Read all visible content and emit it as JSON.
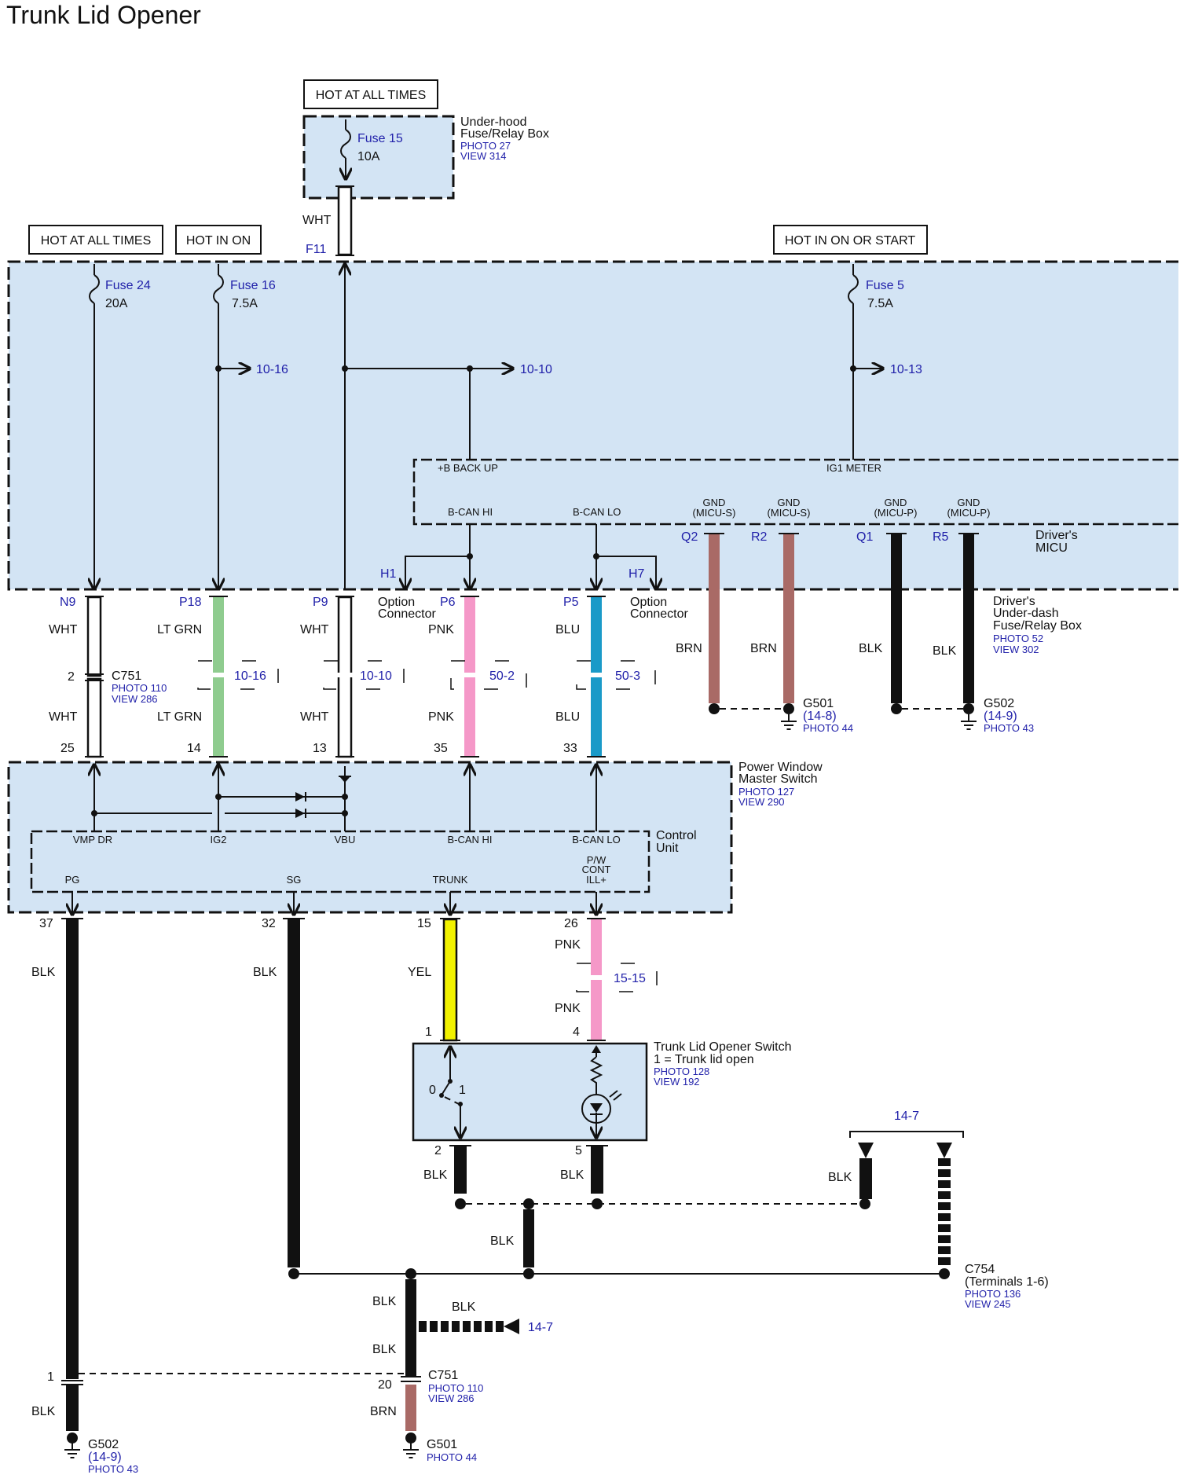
{
  "title": "Trunk Lid Opener",
  "hot": {
    "top": "HOT AT ALL TIMES",
    "left": "HOT AT ALL TIMES",
    "on": "HOT IN ON",
    "start": "HOT IN ON OR START"
  },
  "underhood": {
    "fuse_name": "Fuse 15",
    "fuse_rating": "10A",
    "name1": "Under-hood",
    "name2": "Fuse/Relay Box",
    "photo": "PHOTO 27",
    "view": "VIEW 314",
    "wire_color": "WHT",
    "terminal": "F11"
  },
  "micu": {
    "fuse24": {
      "name": "Fuse 24",
      "rating": "20A"
    },
    "fuse16": {
      "name": "Fuse 16",
      "rating": "7.5A"
    },
    "fuse5": {
      "name": "Fuse 5",
      "rating": "7.5A"
    },
    "ref_1016": "10-16",
    "ref_1010": "10-10",
    "ref_1013": "10-13",
    "bbackup": "+B BACK UP",
    "ig1meter": "IG1 METER",
    "bcanhi": "B-CAN HI",
    "bcanlo": "B-CAN LO",
    "gnd": "GND",
    "micu_s": "(MICU-S)",
    "micu_p": "(MICU-P)",
    "q2": "Q2",
    "r2": "R2",
    "q1": "Q1",
    "r5": "R5",
    "name1": "Driver's",
    "name2": "MICU",
    "h1": "H1",
    "h7": "H7",
    "option1": "Option",
    "option2": "Connector"
  },
  "dash_box": {
    "name1": "Driver's",
    "name2": "Under-dash",
    "name3": "Fuse/Relay Box",
    "photo": "PHOTO 52",
    "view": "VIEW 302"
  },
  "mid_wires": {
    "n9": "N9",
    "p18": "P18",
    "p9": "P9",
    "p6": "P6",
    "p5": "P5",
    "wht": "WHT",
    "ltgrn": "LT GRN",
    "pnk": "PNK",
    "blu": "BLU",
    "brn": "BRN",
    "blk": "BLK",
    "c751_pin2": "2",
    "c751": "C751",
    "c751_photo": "PHOTO 110",
    "c751_view": "VIEW 286",
    "ref_1016": "10-16",
    "ref_1010": "10-10",
    "ref_502": "50-2",
    "ref_503": "50-3",
    "pin25": "25",
    "pin14": "14",
    "pin13": "13",
    "pin35": "35",
    "pin33": "33"
  },
  "g501_top": {
    "name": "G501",
    "ref": "(14-8)",
    "photo": "PHOTO 44"
  },
  "g502_top": {
    "name": "G502",
    "ref": "(14-9)",
    "photo": "PHOTO 43"
  },
  "pws": {
    "name1": "Power Window",
    "name2": "Master Switch",
    "photo": "PHOTO 127",
    "view": "VIEW 290",
    "cu1": "Control",
    "cu2": "Unit",
    "vmpdr": "VMP DR",
    "ig2": "IG2",
    "vbu": "VBU",
    "bcanhi": "B-CAN HI",
    "bcanlo": "B-CAN LO",
    "pg": "PG",
    "sg": "SG",
    "trunk": "TRUNK",
    "pw1": "P/W",
    "pw2": "CONT",
    "pw3": "ILL+"
  },
  "lower": {
    "pin37": "37",
    "pin32": "32",
    "pin15": "15",
    "pin26": "26",
    "blk": "BLK",
    "yel": "YEL",
    "pnk": "PNK",
    "brn": "BRN",
    "ref_1515": "15-15",
    "pin1": "1",
    "pin4": "4",
    "pin2": "2",
    "pin5": "5",
    "sw0": "0",
    "sw1": "1",
    "ref_147": "14-7",
    "ref_147b": "14-7"
  },
  "trunk_switch": {
    "name": "Trunk Lid Opener Switch",
    "desc": "1 = Trunk lid open",
    "photo": "PHOTO 128",
    "view": "VIEW 192"
  },
  "c754": {
    "name": "C754",
    "terms": "(Terminals 1-6)",
    "photo": "PHOTO 136",
    "view": "VIEW 245"
  },
  "c751_bottom": {
    "pin1": "1",
    "pin20": "20",
    "name": "C751",
    "photo": "PHOTO 110",
    "view": "VIEW 286"
  },
  "g502_bottom": {
    "name": "G502",
    "ref": "(14-9)",
    "photo": "PHOTO 43"
  },
  "g501_bottom": {
    "name": "G501",
    "photo": "PHOTO 44"
  },
  "wire_colors": {
    "wht": "#ffffff",
    "ltgrn": "#8fcc8f",
    "pnk": "#f598c8",
    "blu": "#1a9ac8",
    "brn": "#a96a66",
    "blk": "#111111",
    "yel": "#f2f200",
    "area_fill": "#d3e4f4",
    "link_blue": "#2222aa"
  }
}
